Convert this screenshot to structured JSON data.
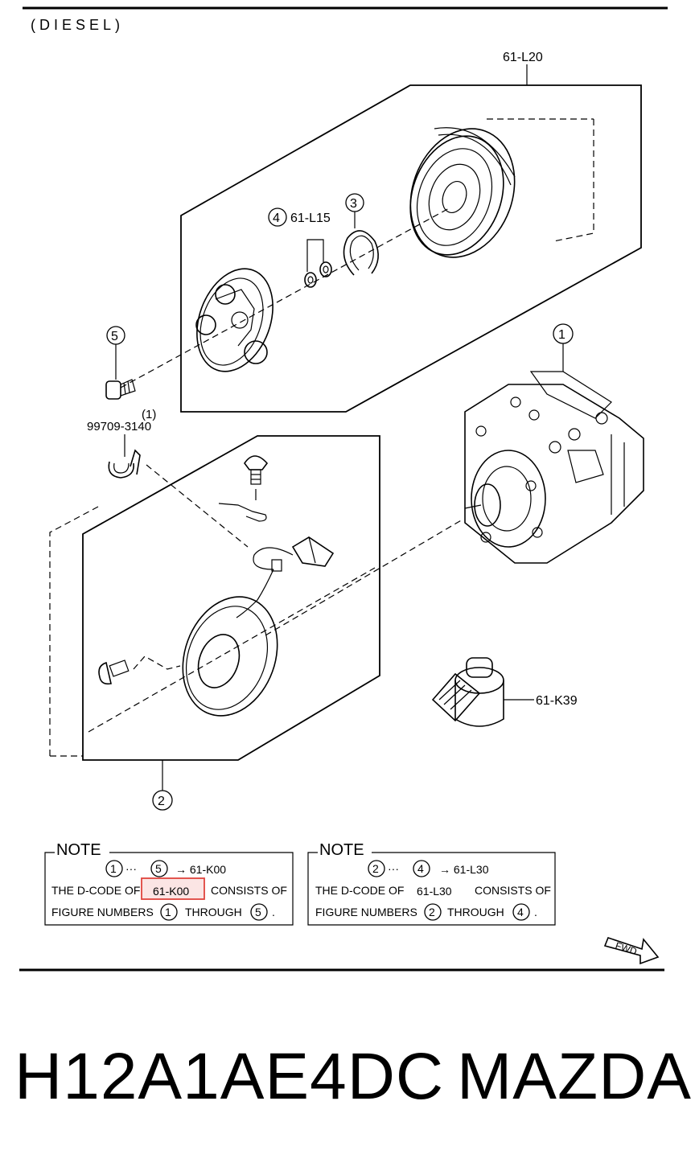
{
  "header": {
    "variant": "(DIESEL)"
  },
  "callouts": {
    "group_l20": "61-L20",
    "item4_label": "61-L15",
    "clamp_qty": "(1)",
    "clamp_part": "99709-3140",
    "item_k39": "61-K39"
  },
  "circled_numbers": {
    "n1": "1",
    "n2": "2",
    "n3": "3",
    "n4": "4",
    "n5": "5"
  },
  "notes": [
    {
      "title": "NOTE",
      "range_from": "1",
      "range_to": "5",
      "arrow_code": "→ 61-K00",
      "line2_prefix": "THE D-CODE OF",
      "line2_code": "61-K00",
      "line2_suffix": "CONSISTS OF",
      "line3_prefix": "FIGURE NUMBERS",
      "line3_from": "1",
      "line3_mid": "THROUGH",
      "line3_to": "5",
      "line3_end": "."
    },
    {
      "title": "NOTE",
      "range_from": "2",
      "range_to": "4",
      "arrow_code": "→ 61-L30",
      "line2_prefix": "THE D-CODE OF",
      "line2_code": "61-L30",
      "line2_suffix": "CONSISTS OF",
      "line3_prefix": "FIGURE NUMBERS",
      "line3_from": "2",
      "line3_mid": "THROUGH",
      "line3_to": "4",
      "line3_end": "."
    }
  ],
  "fwd_label": "FWD",
  "footer": {
    "part_code": "H12A1AE4DC",
    "brand": "MAZDA"
  },
  "colors": {
    "highlight": "#e0443e",
    "highlight_fill": "#f8d3d2",
    "ink": "#000000"
  }
}
